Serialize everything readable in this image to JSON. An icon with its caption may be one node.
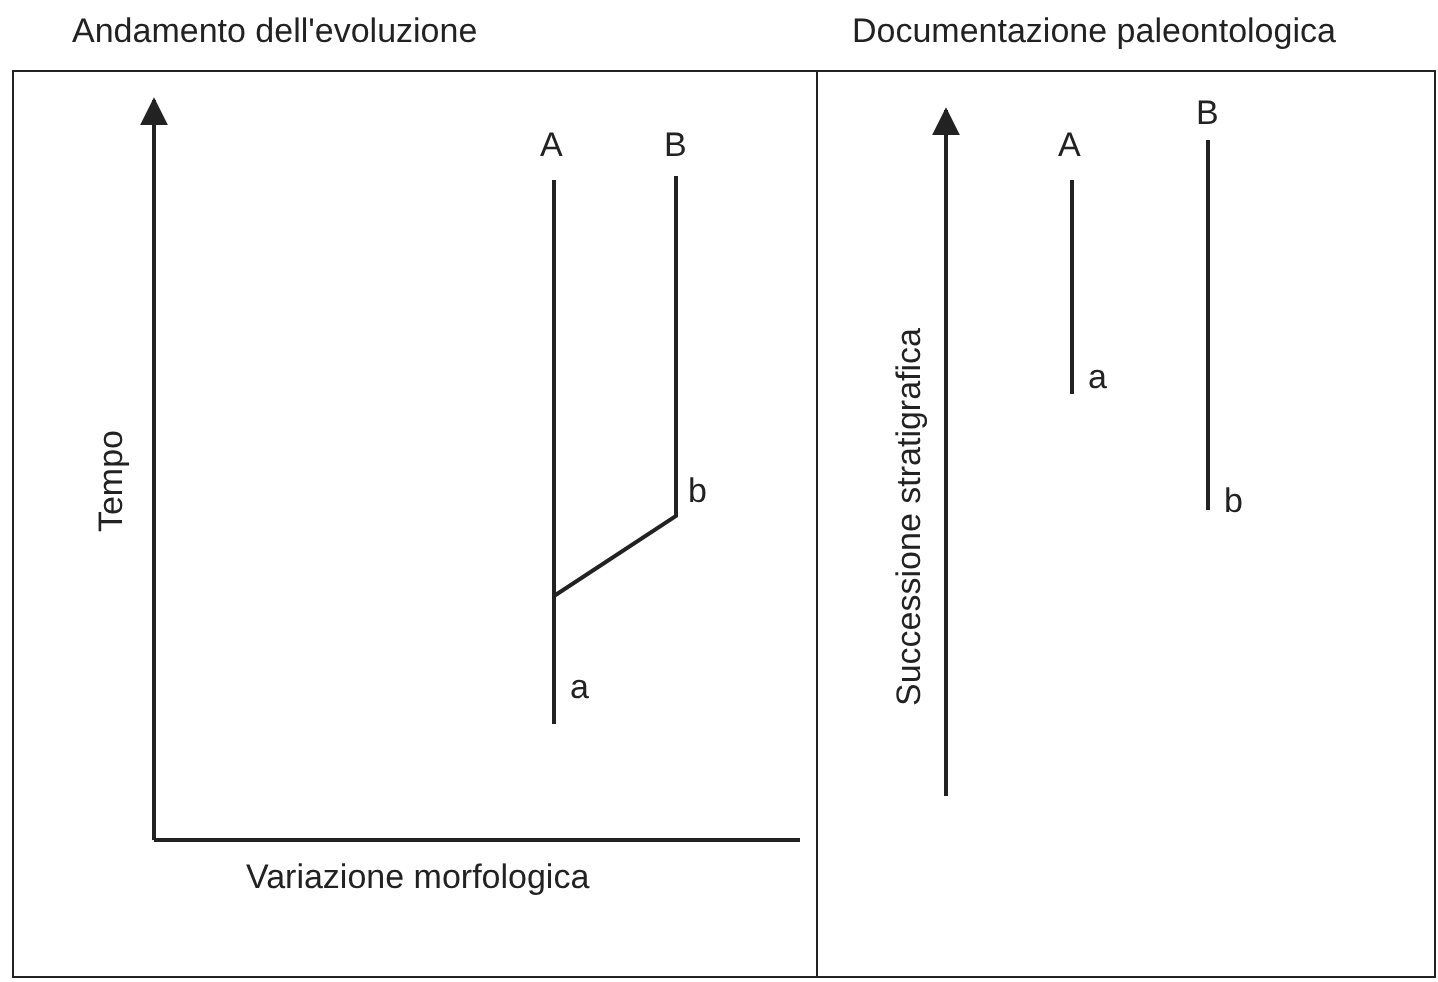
{
  "diagram": {
    "nodes": [
      {
        "text": [
          "Andamento dell'evoluzione"
        ]
      },
      {
        "text": [
          "Documentazione paleontologica"
        ]
      }
    ],
    "labels": [
      "A",
      "B",
      "b",
      "a",
      "Tempo",
      "Variazione morfologica",
      "A",
      "B",
      "a",
      "b",
      "Successione stratigrafica"
    ]
  }
}
